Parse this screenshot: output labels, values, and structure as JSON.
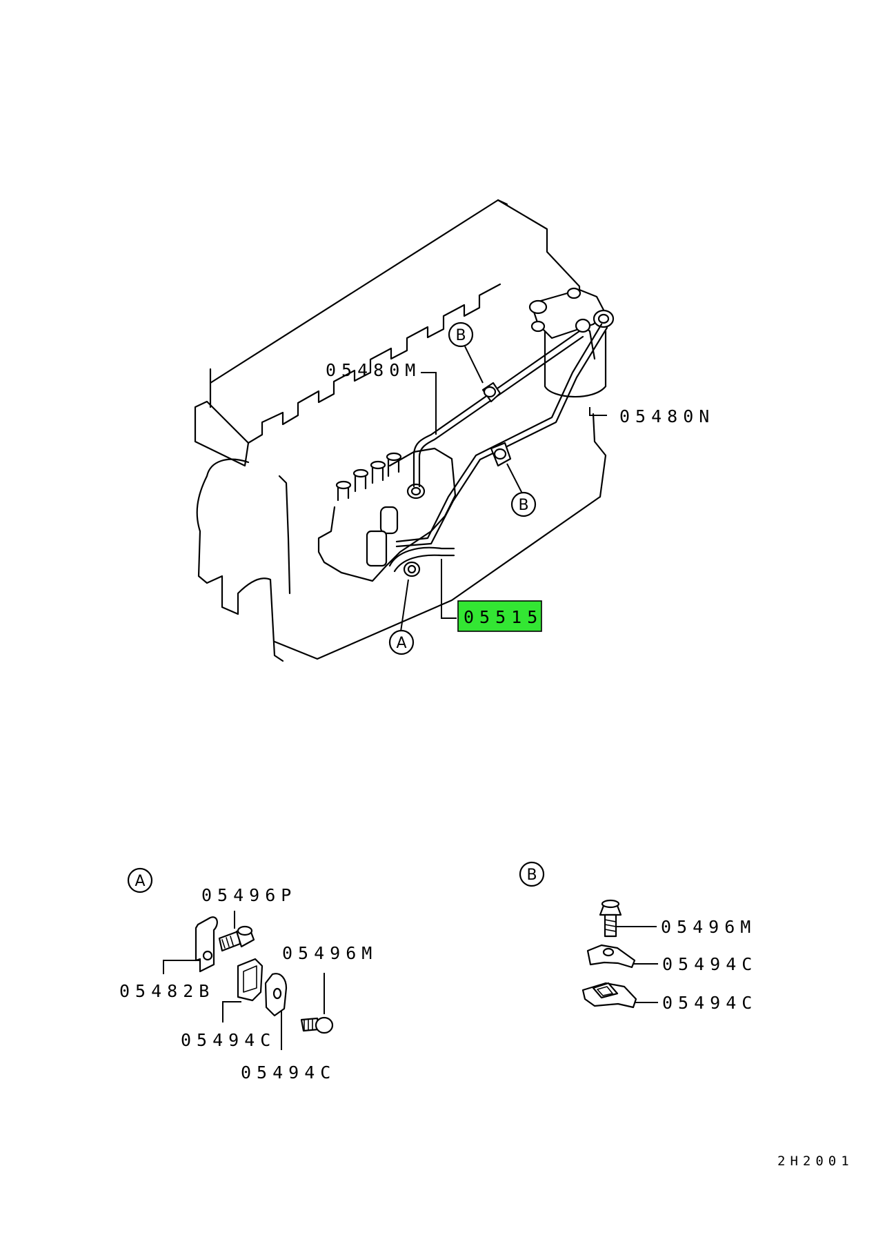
{
  "diagram": {
    "main_labels": {
      "pipe_upper": "05480M",
      "pipe_lower": "05480N",
      "highlighted_part": "05515"
    },
    "highlight_color": "#33e633",
    "callouts": {
      "a": "A",
      "b_upper": "B",
      "b_lower": "B",
      "a_main": "A"
    },
    "detail_a": {
      "title": "A",
      "labels": {
        "bolt_top": "05496P",
        "bracket": "05482B",
        "bolt_right": "05496M",
        "clamp_left": "05494C",
        "clamp_right": "05494C"
      }
    },
    "detail_b": {
      "title": "B",
      "labels": {
        "bolt": "05496M",
        "clamp_upper": "05494C",
        "clamp_lower": "05494C"
      }
    },
    "drawing_code": "2H2001"
  }
}
